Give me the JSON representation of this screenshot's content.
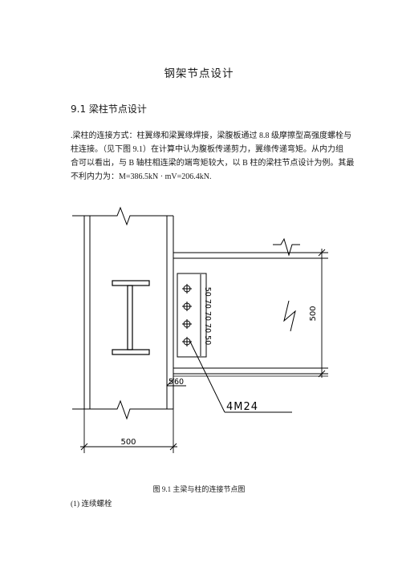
{
  "title": "钢架节点设计",
  "section_heading": "9.1 梁柱节点设计",
  "paragraph_lines": [
    ".梁柱的连接方式：柱翼缘和梁翼缘焊接，梁腹板通过 8.8 级摩擦型高强度螺栓与",
    "柱连接。（见下图 9.1）在计算中认为腹板传递剪力，翼缘传递弯矩。从内力组",
    "合可以看出，与 B 轴柱相连梁的端弯矩较大，以 B 柱的梁柱节点设计为例。其最",
    "不利内力为：M=386.5kN · mV=206.4kN."
  ],
  "figure": {
    "dim_bottom": "500",
    "dim_right": "500",
    "bolt_spacing": "50 70 70 70 50",
    "weld_label": "5",
    "weld_sub": "60",
    "bolt_label": "4M24"
  },
  "caption": "图 9.1 主梁与柱的连接节点图",
  "subheading": "(1) 连续螺栓"
}
